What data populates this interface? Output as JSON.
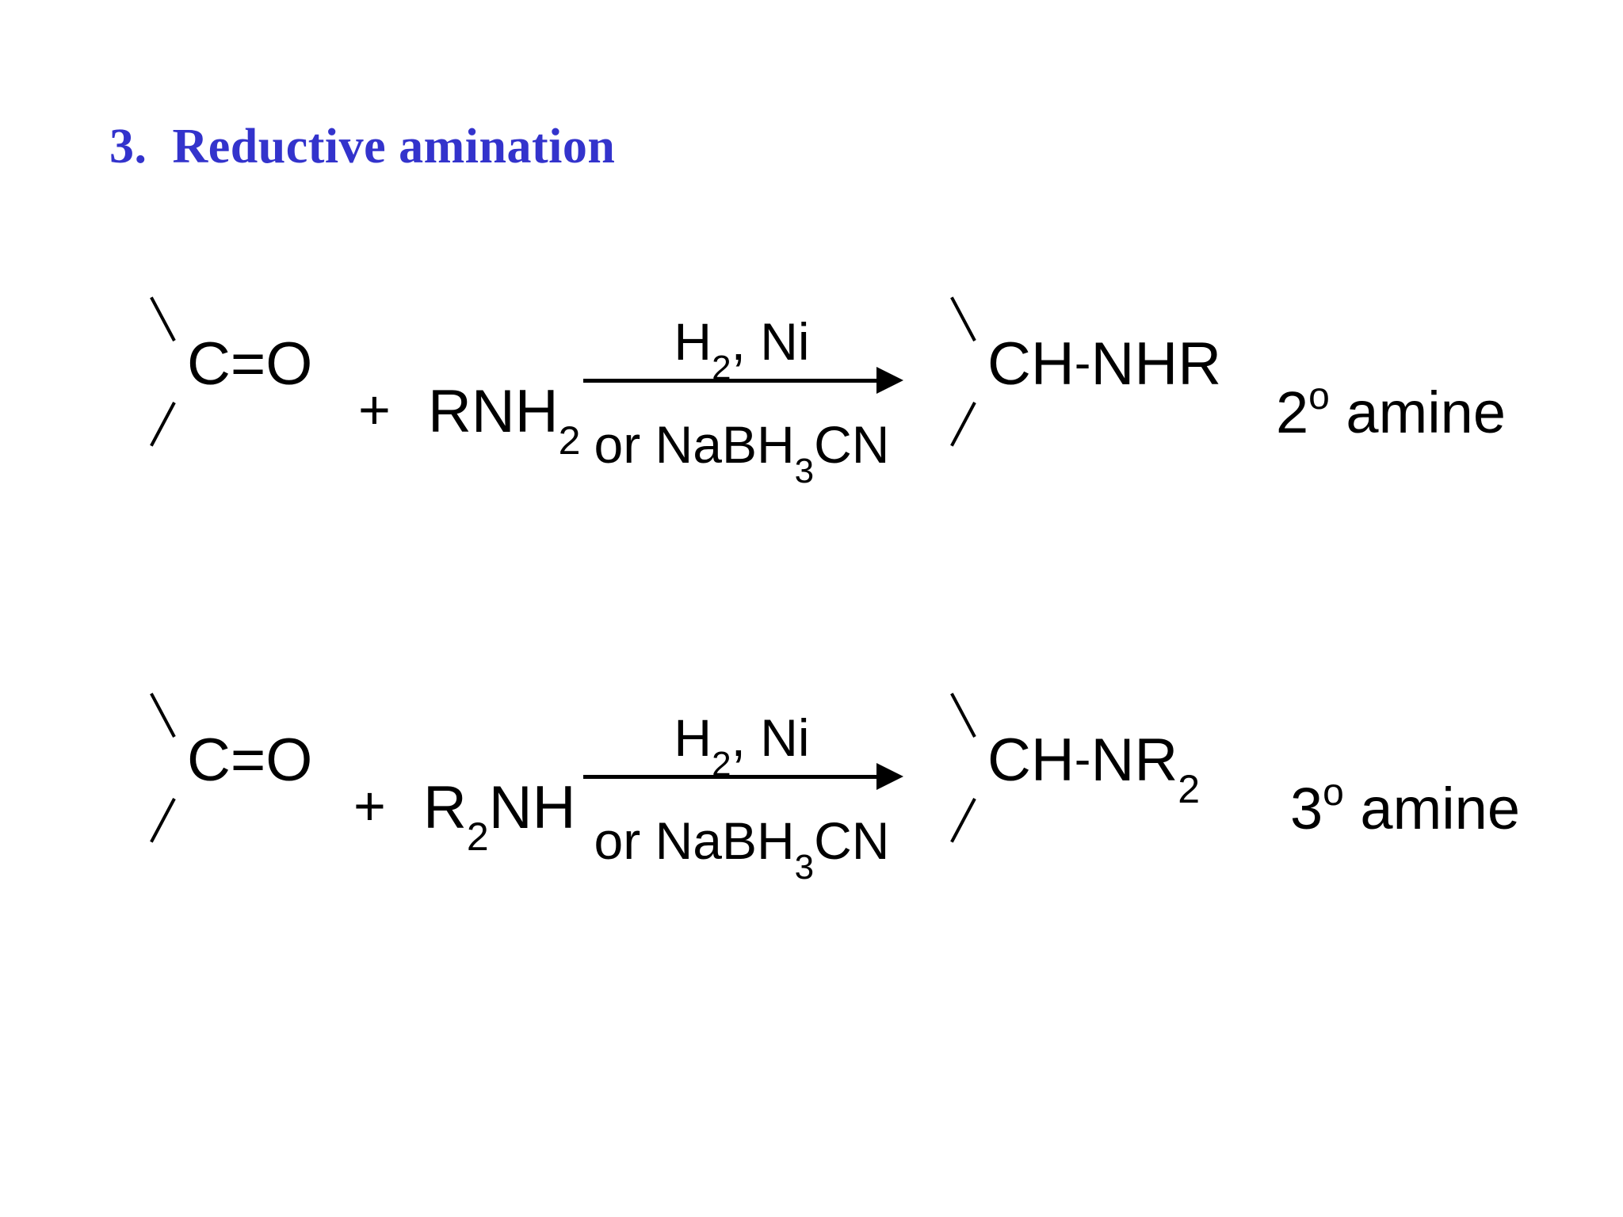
{
  "slide": {
    "title": "3.  Reductive amination",
    "title_color": "#3333cc",
    "background_color": "#ffffff",
    "text_color": "#000000"
  },
  "reactions": [
    {
      "id": "reaction-1",
      "substrate": {
        "label": "C=O",
        "c": "C",
        "equals": "=",
        "o": "O",
        "upper_bond": "\\",
        "lower_bond": "/"
      },
      "plus": "+",
      "reagent": {
        "text": "RNH2",
        "main": "RNH",
        "sub": "2"
      },
      "arrow": {
        "above": "H2, Ni",
        "above_main_1": "H",
        "above_sub": "2",
        "above_main_2": ", Ni",
        "below": "or NaBH3CN",
        "below_main_1": "or NaBH",
        "below_sub": "3",
        "below_main_2": "CN",
        "glyph": "arrow-right"
      },
      "product": {
        "label": "CH-NHR",
        "main": "CH",
        "dash": "-",
        "tail": "NHR",
        "upper_bond": "\\",
        "lower_bond": "/"
      },
      "classification": {
        "text": "2o amine",
        "number": "2",
        "degree": "o",
        "word": " amine"
      }
    },
    {
      "id": "reaction-2",
      "substrate": {
        "label": "C=O",
        "c": "C",
        "equals": "=",
        "o": "O",
        "upper_bond": "\\",
        "lower_bond": "/"
      },
      "plus": "+",
      "reagent": {
        "text": "R2NH",
        "main": "R",
        "sub": "2",
        "tail": "NH"
      },
      "arrow": {
        "above": "H2, Ni",
        "above_main_1": "H",
        "above_sub": "2",
        "above_main_2": ", Ni",
        "below": "or NaBH3CN",
        "below_main_1": "or NaBH",
        "below_sub": "3",
        "below_main_2": "CN",
        "glyph": "arrow-right"
      },
      "product": {
        "label": "CH-NR2",
        "main": "CH",
        "dash": "-",
        "tail": "NR",
        "sub": "2",
        "upper_bond": "\\",
        "lower_bond": "/"
      },
      "classification": {
        "text": "3o amine",
        "number": "3",
        "degree": "o",
        "word": " amine"
      }
    }
  ]
}
